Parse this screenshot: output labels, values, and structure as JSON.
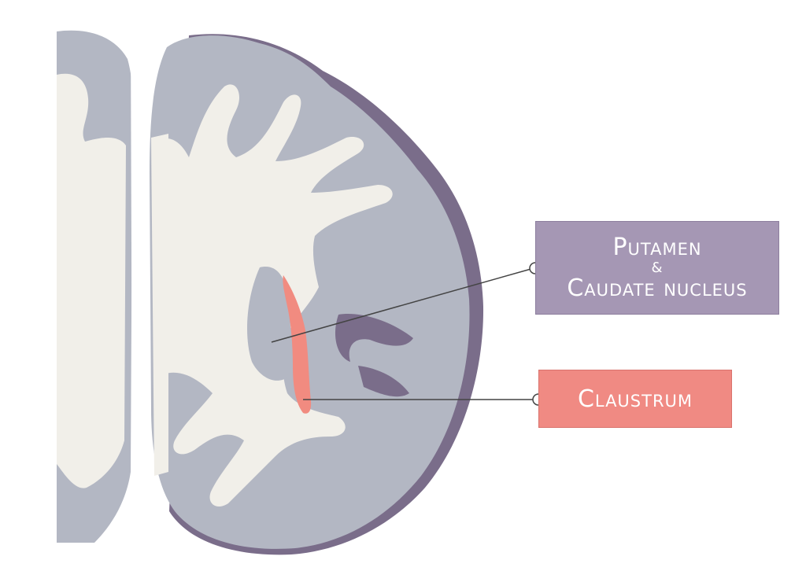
{
  "colors": {
    "gray_matter": "#b3b7c3",
    "white_matter": "#f1efe9",
    "meninges": "#7a6d8a",
    "claustrum": "#f18b80",
    "putamen_label_bg": "#a597b4",
    "claustrum_label_bg": "#f08a83",
    "leader_line": "#444444"
  },
  "labels": {
    "putamen": {
      "line1": "Putamen",
      "amp": "&",
      "line2": "Caudate nucleus"
    },
    "claustrum": {
      "text": "Claustrum"
    }
  }
}
